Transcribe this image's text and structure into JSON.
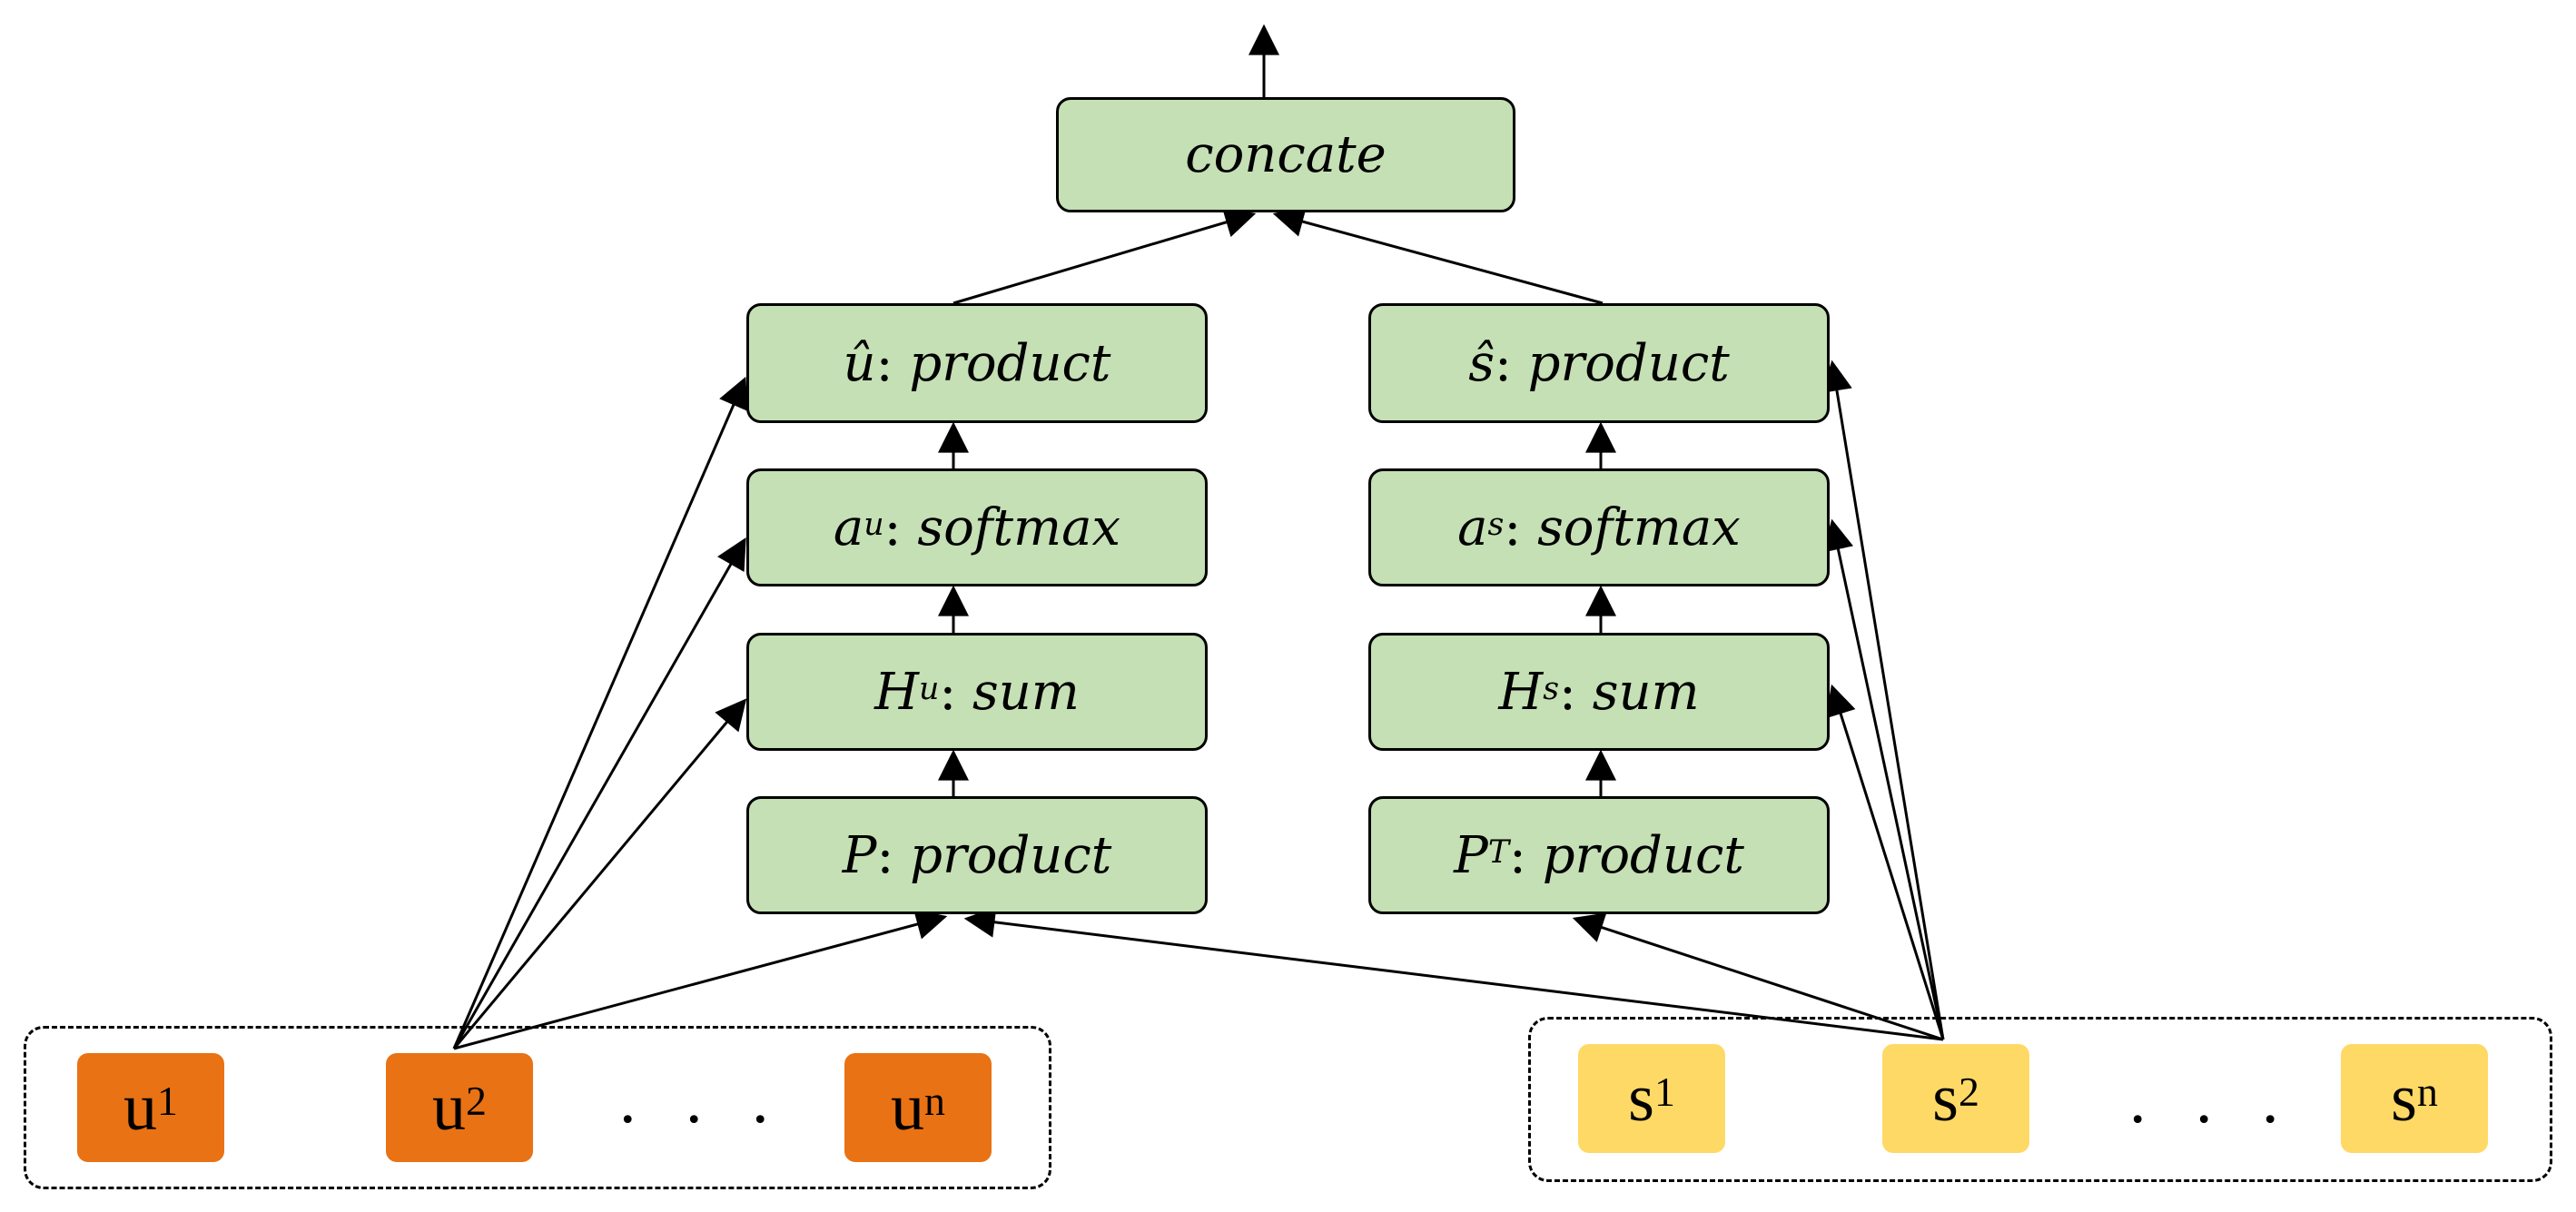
{
  "colors": {
    "node_fill": "#c5e0b4",
    "user_token_fill": "#e97214",
    "service_token_fill": "#ffd966",
    "stroke": "#000000"
  },
  "nodes": {
    "concat": {
      "label": "concate"
    },
    "u_hat": {
      "symbol": "û",
      "label": "product"
    },
    "a_u": {
      "symbol": "a",
      "sup": "u",
      "label": "softmax"
    },
    "h_u": {
      "symbol": "H",
      "sup": "u",
      "label": "sum"
    },
    "p": {
      "symbol": "P",
      "label": "product"
    },
    "s_hat": {
      "symbol": "ŝ",
      "label": "product"
    },
    "a_s": {
      "symbol": "a",
      "sup": "s",
      "label": "softmax"
    },
    "h_s": {
      "symbol": "H",
      "sup": "s",
      "label": "sum"
    },
    "p_t": {
      "symbol": "P",
      "sup": "T",
      "label": "product"
    }
  },
  "user_tokens": [
    {
      "base": "u",
      "sup": "1"
    },
    {
      "base": "u",
      "sup": "2"
    },
    {
      "base": "u",
      "sup": "n"
    }
  ],
  "service_tokens": [
    {
      "base": "s",
      "sup": "1"
    },
    {
      "base": "s",
      "sup": "2"
    },
    {
      "base": "s",
      "sup": "n"
    }
  ],
  "ellipsis": ". . ."
}
